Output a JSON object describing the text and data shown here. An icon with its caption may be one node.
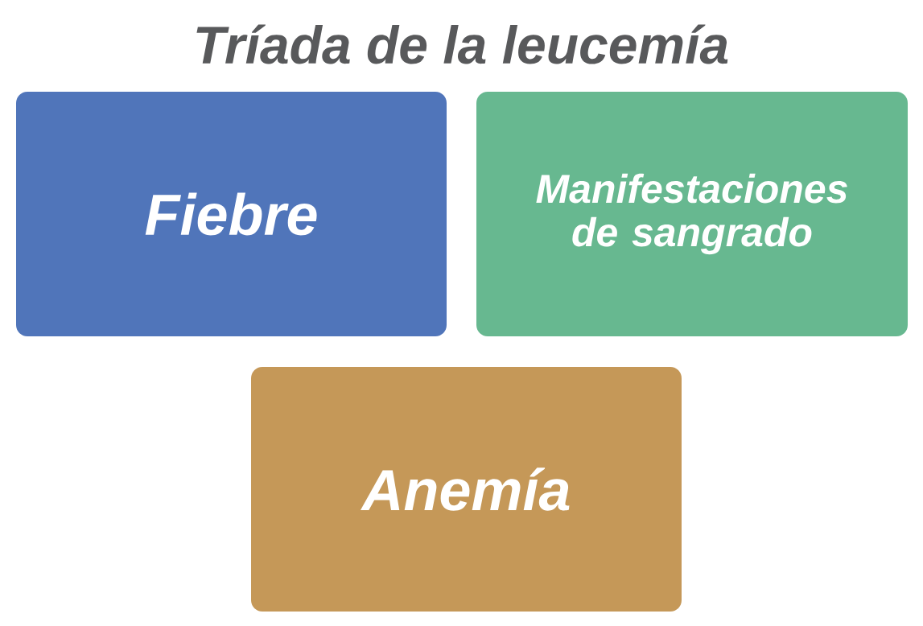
{
  "diagram": {
    "title": "Tríada de la leucemía",
    "nodes": [
      {
        "text": [
          "Fiebre"
        ]
      },
      {
        "text": [
          "Manifestaciones de sangrado"
        ]
      },
      {
        "text": [
          "Anemía"
        ]
      }
    ]
  }
}
